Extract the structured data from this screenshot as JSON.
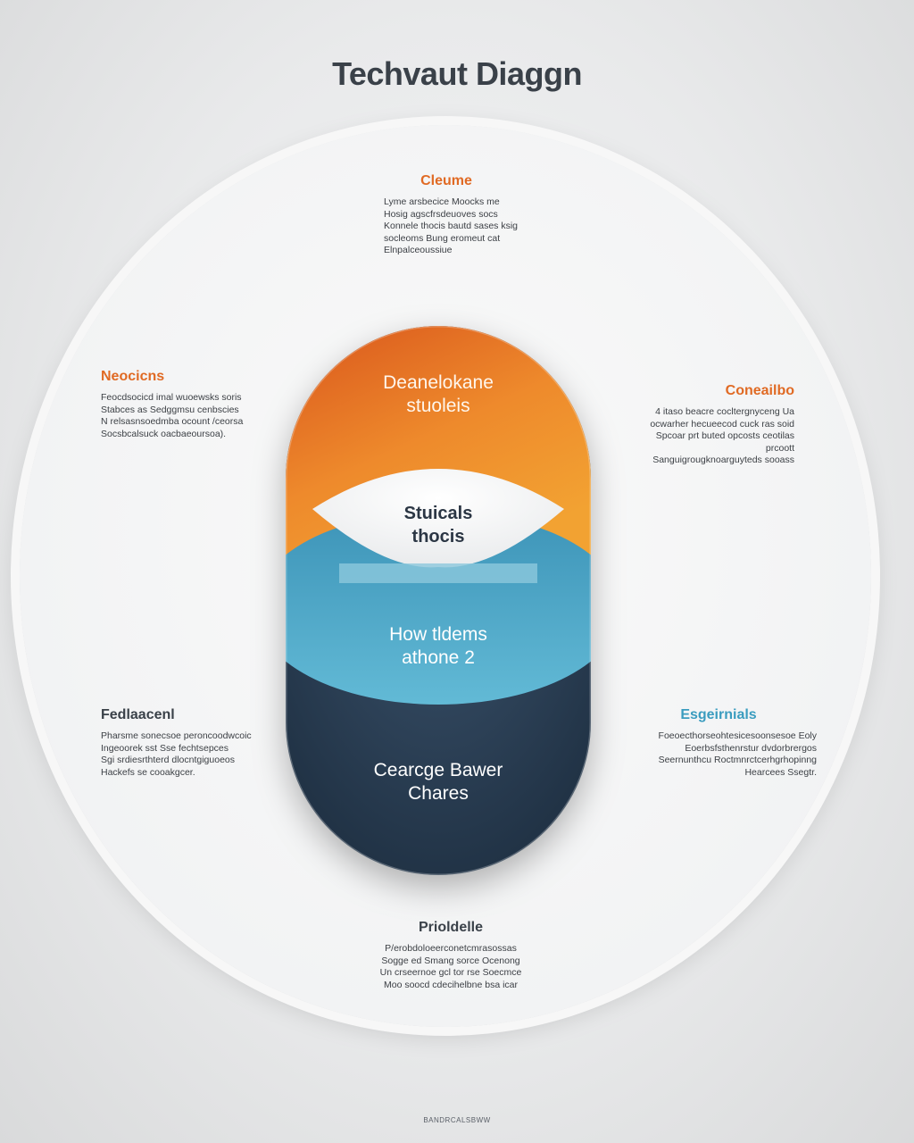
{
  "title": "Techvaut Diaggn",
  "pill": {
    "top": [
      "Deanelokane",
      "stuoleis"
    ],
    "middle": [
      "Stuicals",
      "thocis"
    ],
    "blue": [
      "How tldems",
      "athone 2"
    ],
    "bottom": [
      "Cearcge Bawer",
      "Chares"
    ]
  },
  "callouts": {
    "top": {
      "heading": "Cleume",
      "body": [
        "Lyme arsbecice Moocks me",
        "Hosig agscfrsdeuoves socs",
        "Konnele thocis bautd sases ksig",
        "socleoms Bung eromeut cat",
        "Elnpalceoussiue"
      ]
    },
    "left_upper": {
      "heading": "Neocicns",
      "body": [
        "Feocdsocicd imal wuoewsks soris",
        "Stabces as Sedggmsu cenbscies",
        "N relsasnsoedmba ocount /ceorsa",
        "Socsbcalsuck oacbaeoursoa)."
      ]
    },
    "right_upper": {
      "heading": "Coneailbo",
      "body": [
        "4 itaso beacre cocltergnyceng Ua",
        "ocwarher hecueecod cuck ras soid",
        "Spcoar prt buted opcosts ceotilas prcoott",
        "Sanguigrougknoarguyteds sooass"
      ]
    },
    "left_lower": {
      "heading": "Fedlaacenl",
      "body": [
        "Pharsme sonecsoe peroncoodwcoic",
        "Ingeoorek sst Sse fechtsepces",
        "Sgi srdiesrthterd dlocntgiguoeos",
        "Hackefs se cooakgcer."
      ]
    },
    "right_lower": {
      "heading": "Esgeirnials",
      "body": [
        "Foeoecthorseohtesicesoonsesoe Eoly",
        "Eoerbsfsthenrstur dvdorbrergos",
        "Seernunthcu Roctmnrctcerhgrhopinng",
        "Hearcees Ssegtr."
      ]
    },
    "bottom": {
      "heading": "Prioldelle",
      "body": [
        "P/erobdoloeerconetcmrasossas",
        "Sogge ed Smang sorce Ocenong",
        "Un crseernoe gcl tor rse Soecmce",
        "Moo soocd cdecihelbne bsa icar"
      ]
    }
  },
  "footer": "BANDRCALSBWW",
  "colors": {
    "orange": "#e8742a",
    "light_blue": "#4aa6c8",
    "navy": "#263a4e"
  }
}
